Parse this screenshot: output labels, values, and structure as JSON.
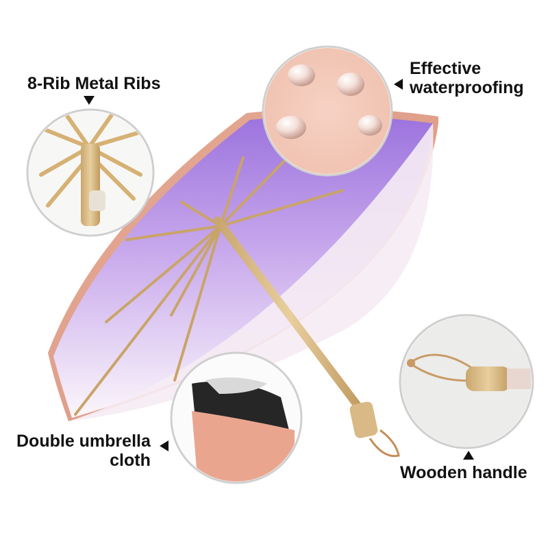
{
  "labels": {
    "ribs": "8-Rib Metal Ribs",
    "waterproofing_line1": "Effective",
    "waterproofing_line2": "waterproofing",
    "cloth_line1": "Double umbrella",
    "cloth_line2": "cloth",
    "handle": "Wooden handle"
  },
  "colors": {
    "canopy_outer": "#e3a48f",
    "canopy_inner_top": "#a97fe0",
    "canopy_inner_bottom": "#f6eef6",
    "frame": "#d6b174",
    "handle_wood": "#d4b584",
    "detail_circle_border": "#cfcfcf"
  },
  "icons": [
    "arrow-down-icon",
    "arrow-left-icon",
    "arrow-left-icon",
    "arrow-up-icon"
  ]
}
